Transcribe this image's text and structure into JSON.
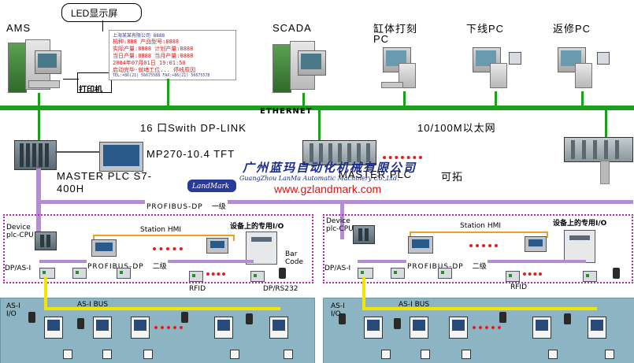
{
  "top": {
    "ams": "AMS",
    "scada": "SCADA",
    "pc_engrave": "缸体打刻",
    "pc_engrave_2": "PC",
    "pc_offline": "下线PC",
    "pc_repair": "返修PC",
    "led_callout": "LED显示屏",
    "printer": "打印机",
    "ethernet": "ETHERNET"
  },
  "led_panel": {
    "header": "上海某某有限公司 8888",
    "rows": [
      "机种:888   产品型号:8888",
      "实际产量:8888  计划产量:8888",
      "当日产量:8888  当月产量:8888",
      "2004年07月01日 19:01:50",
      "启动完毕·就绪工位... 停线原因"
    ],
    "footer": "TEL:+86(21) 56675588   FAX:+86(21) 56675578"
  },
  "middle": {
    "switch": "16 口Swith DP-LINK",
    "ethernet_100m": "10/100M以太网",
    "mp270": "MP270-10.4 TFT",
    "master_plc_left_1": "MASTER PLC S7-",
    "master_plc_left_2": "400H",
    "master_plc_right": "MASTER PLC",
    "expandable": "可拓",
    "profibus_dp_main": "PROFIBUS-DP",
    "profibus_dp_main_suffix": "一级"
  },
  "watermark": {
    "company_cn": "广州蓝玛自动化机械有限公司",
    "company_en": "GuangZhou LanMa Automatic Machinery Co.,Ltd.",
    "logo": "LandMark",
    "url": "www.gzlandmark.com"
  },
  "cell_left": {
    "device": "Device",
    "plc_cpu": "plc-CPU",
    "station_hmi": "Station HMI",
    "io_title": "设备上的专用I/O",
    "dp_asi": "DP/AS-I",
    "profibus_dp_2": "PROFIBUS-DP",
    "level_2": "二级",
    "rfid": "RFID",
    "bar": "Bar",
    "code": "Code",
    "dp_rs232": "DP/RS232",
    "asi": "AS-I",
    "io": "I/O",
    "asi_bus": "AS-I BUS"
  },
  "cell_right": {
    "device": "Device",
    "plc_cpu": "plc-CPU",
    "station_hmi": "Station HMI",
    "io_title": "设备上的专用I/O",
    "dp_asi": "DP/AS-I",
    "profibus_dp_2": "PROFIBUS-DP",
    "level_2": "二级",
    "rfid": "RFID",
    "asi": "AS-I",
    "io": "I/O",
    "asi_bus": "AS-I BUS"
  }
}
